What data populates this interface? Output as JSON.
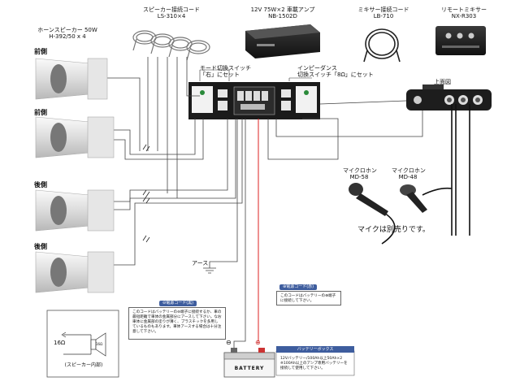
{
  "components": {
    "horn_speaker": {
      "name": "ホーンスピーカー 50W",
      "model": "H-392/50 x 4"
    },
    "speaker_cord": {
      "name": "スピーカー接続コード",
      "model": "LS-310×4"
    },
    "amplifier": {
      "name": "12V 75W×2 車載アンプ",
      "model": "NB-1502D"
    },
    "mixer_cord": {
      "name": "ミキサー接続コード",
      "model": "LB-710"
    },
    "remote_mixer": {
      "name": "リモートミキサー",
      "model": "NX-R303"
    }
  },
  "positions": {
    "front": "前側",
    "rear": "後側"
  },
  "callouts": {
    "mode_switch": [
      "モード切換スイッチ",
      "「右」にセット"
    ],
    "impedance_switch": [
      "インピーダンス",
      "切換スイッチ「8Ω」にセット"
    ],
    "top_panel": "上面図",
    "earth": "アース",
    "minus_symbol": "⊖",
    "plus_symbol": "⊕"
  },
  "microphones": {
    "mic1": {
      "name": "マイクロホン",
      "model": "MD-58"
    },
    "mic2": {
      "name": "マイクロホン",
      "model": "MD-48"
    },
    "note": "マイクは別売りです。"
  },
  "power_cords": {
    "black": {
      "title": "⊖電源コード(黒)",
      "body": "このコードはバッテリーの⊖端子に接続するか、車の最短距離で車体の金属部分にアースして下さい。なお車体に金属部の塗りが薄く、プラスチックを多用しているものもあります。車体アースする場合は十分注意して下さい。"
    },
    "red": {
      "title": "⊕電源コード(赤)",
      "body": "このコードはバッテリーの⊕端子に接続して下さい。"
    }
  },
  "battery": {
    "title": "バッテリーボックス",
    "label": "BATTERY",
    "body": "12Vバッテリー/100Ah以上50Ah×2 ※100Ah以上のアンプ専用バッテリーを接続して使用して下さい。"
  },
  "inset": {
    "impedance": "16Ω",
    "speaker_mark": "16Ω",
    "caption": "(スピーカー内部)"
  }
}
